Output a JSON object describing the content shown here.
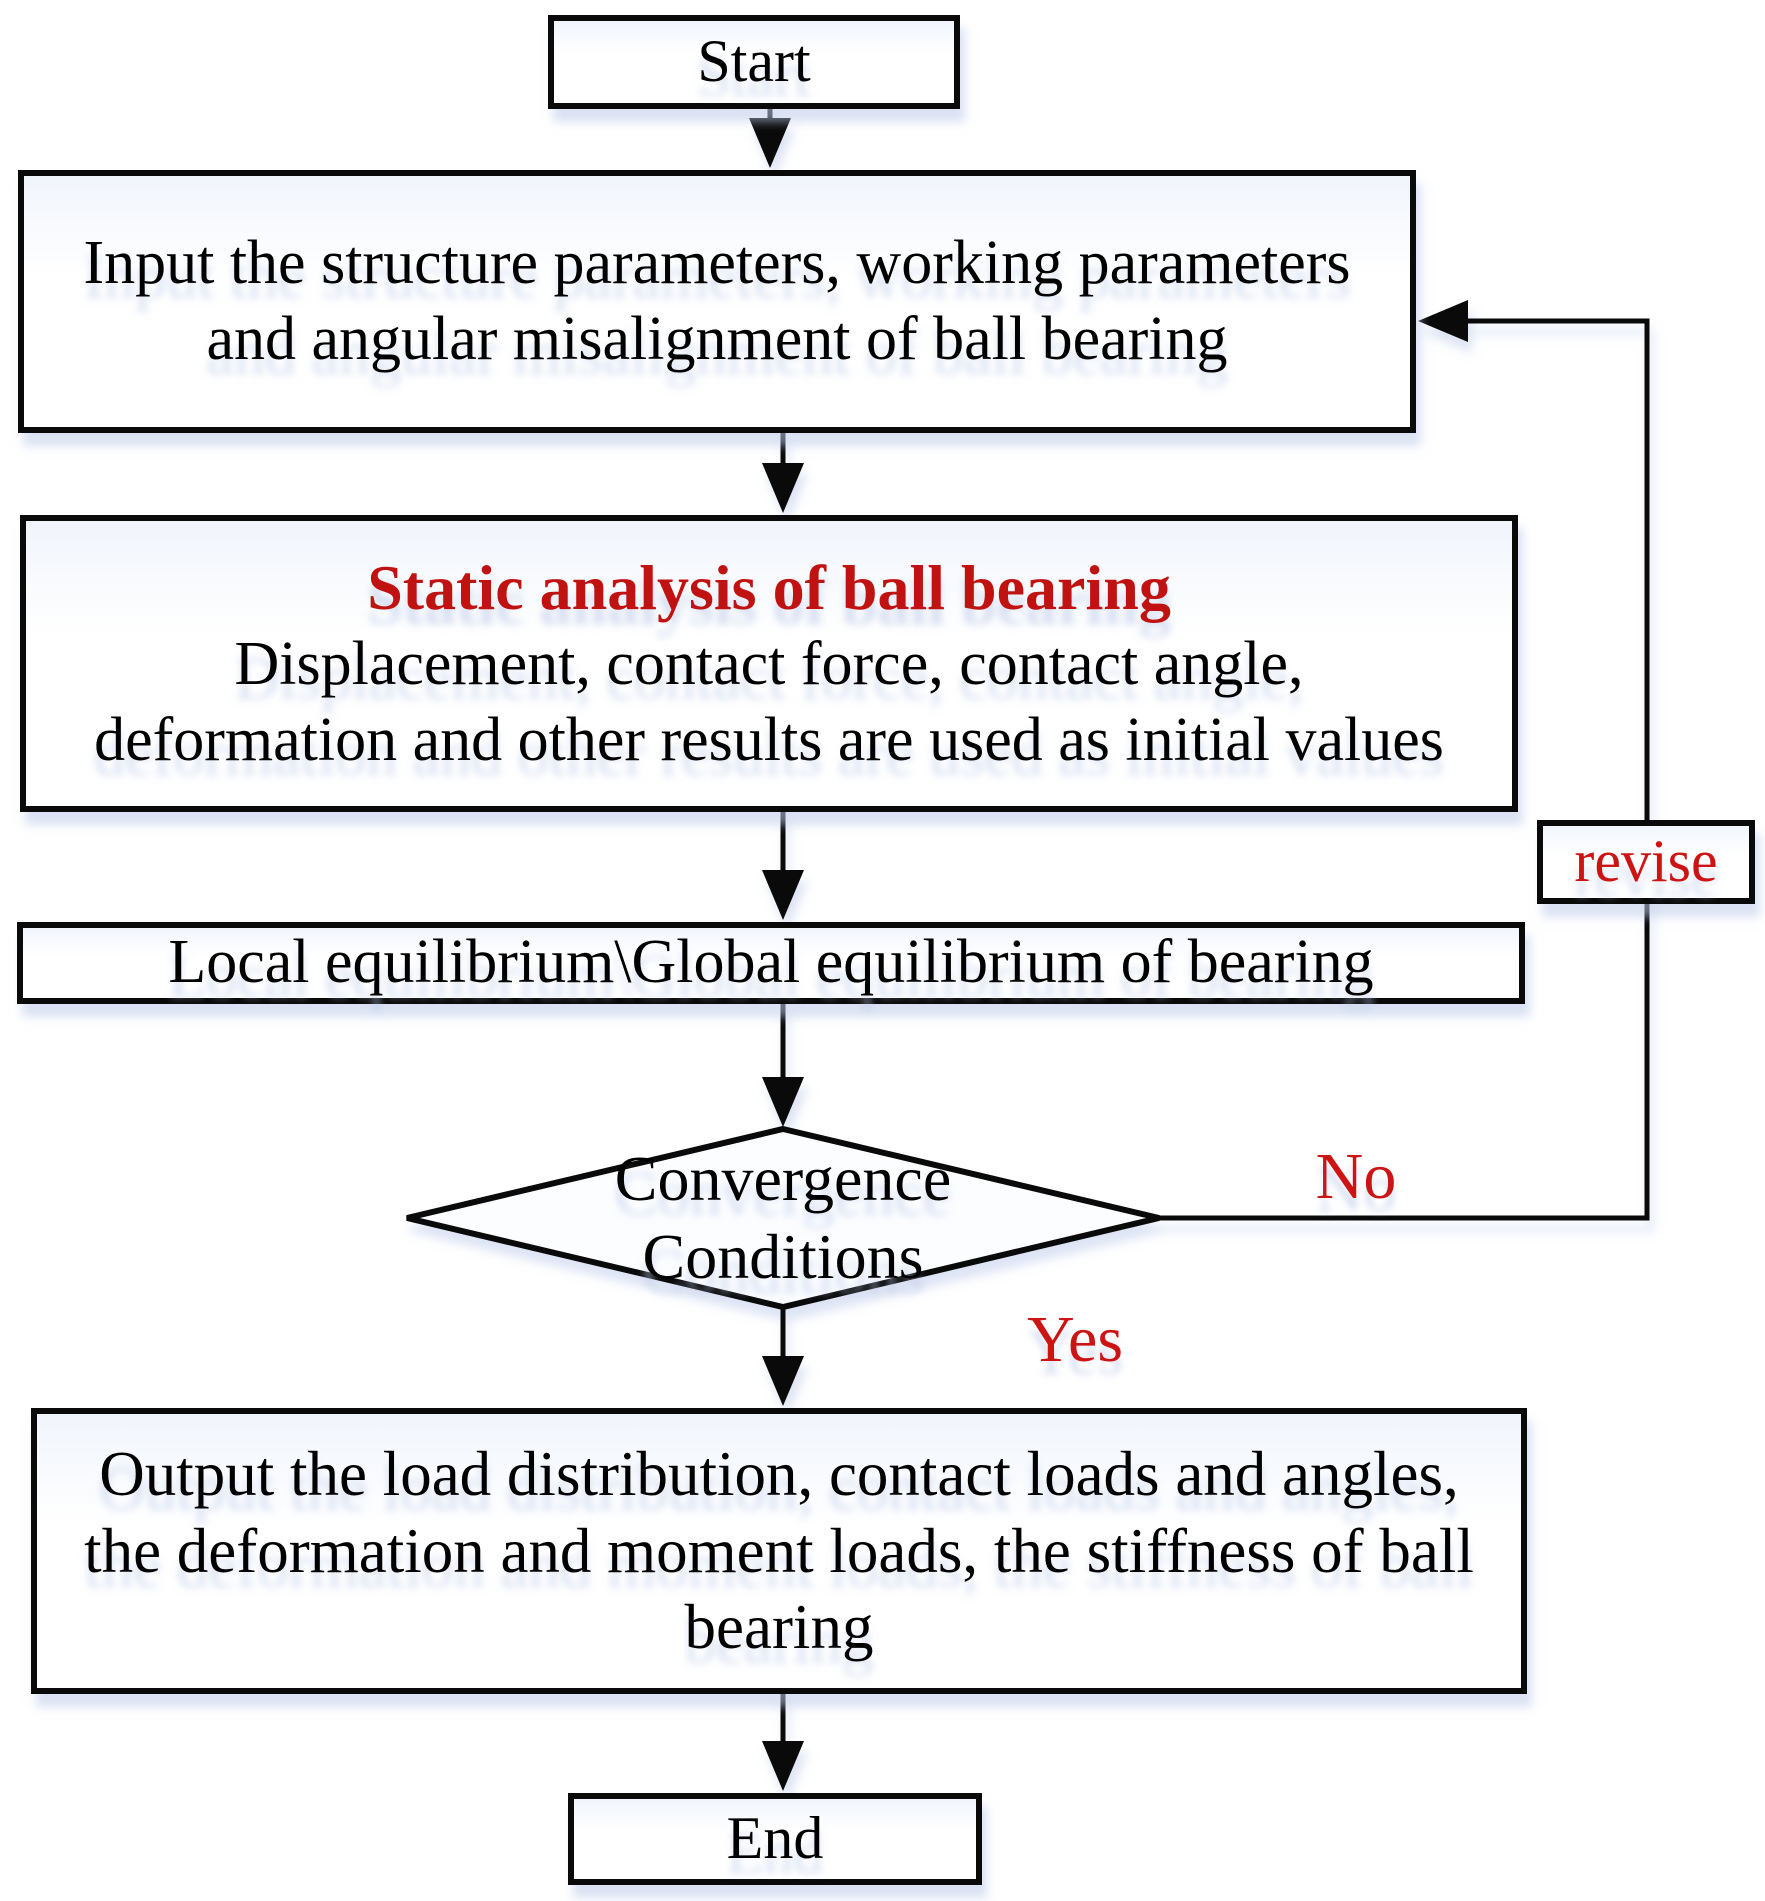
{
  "flowchart": {
    "nodes": {
      "start": {
        "label": "Start"
      },
      "input": {
        "text": "Input the structure parameters, working parameters\nand angular misalignment of ball bearing"
      },
      "static_analysis": {
        "heading": "Static analysis of ball bearing",
        "body": "Displacement, contact force, contact angle,\ndeformation and other results are used as initial values"
      },
      "equilibrium": {
        "label": "Local equilibrium\\Global equilibrium of bearing"
      },
      "decision": {
        "label": "Convergence Conditions"
      },
      "revise": {
        "label": "revise"
      },
      "output": {
        "text": "Output the load distribution, contact loads and angles,\nthe deformation and moment loads, the stiffness of ball\nbearing"
      },
      "end": {
        "label": "End"
      }
    },
    "edge_labels": {
      "no": "No",
      "yes": "Yes"
    },
    "colors": {
      "heading_red": "#c11212",
      "edge_label_red": "#cc1414",
      "line_black": "#0a0a0a",
      "shadow_blue": "#bcc8ea",
      "background": "#ffffff"
    }
  }
}
